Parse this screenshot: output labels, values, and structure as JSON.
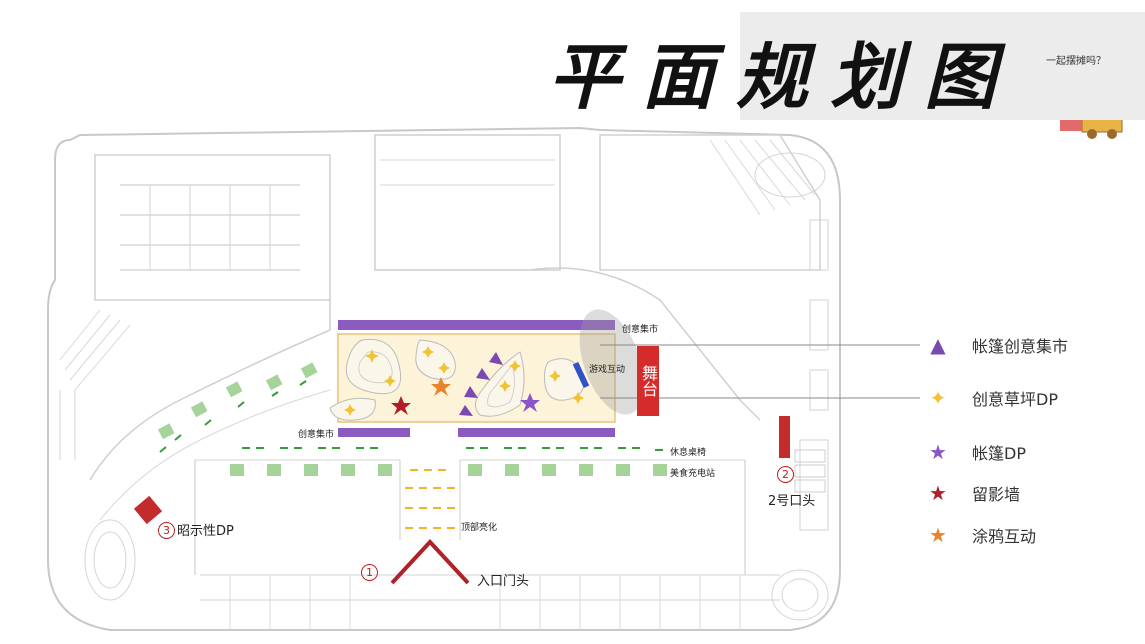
{
  "title": "平面规划图",
  "mascot_text": "一起摆摊吗？",
  "legend": [
    {
      "icon": "purple-triangle-icon",
      "glyph": "▲",
      "color": "#7b4ab0",
      "label": "帐篷创意集市"
    },
    {
      "icon": "yellow-sparkle-icon",
      "glyph": "✦",
      "color": "#f2c230",
      "label": "创意草坪DP"
    },
    {
      "icon": "purple-star-icon",
      "glyph": "★",
      "color": "#8a55c8",
      "label": "帐篷DP"
    },
    {
      "icon": "red-star-icon",
      "glyph": "★",
      "color": "#b01e2a",
      "label": "留影墙"
    },
    {
      "icon": "orange-star-icon",
      "glyph": "★",
      "color": "#e8842c",
      "label": "涂鸦互动"
    }
  ],
  "labels": {
    "market_top": "创意集市",
    "market_bottom": "创意集市",
    "game": "游戏互动",
    "stage": "舞台",
    "rest": "休息桌椅",
    "food": "美食充电站",
    "top_light": "顶部亮化",
    "entrance": "入口门头",
    "entrance_num": "1",
    "gate2_num": "2",
    "gate2": "2号口头",
    "dp3_num": "3",
    "dp3": "昭示性DP"
  },
  "colors": {
    "purple": "#8a5cbf",
    "red": "#c42b2b",
    "green": "#a6d39a",
    "yellow_zone": "#fdf3d8",
    "plan_line": "#bdbdbd"
  }
}
